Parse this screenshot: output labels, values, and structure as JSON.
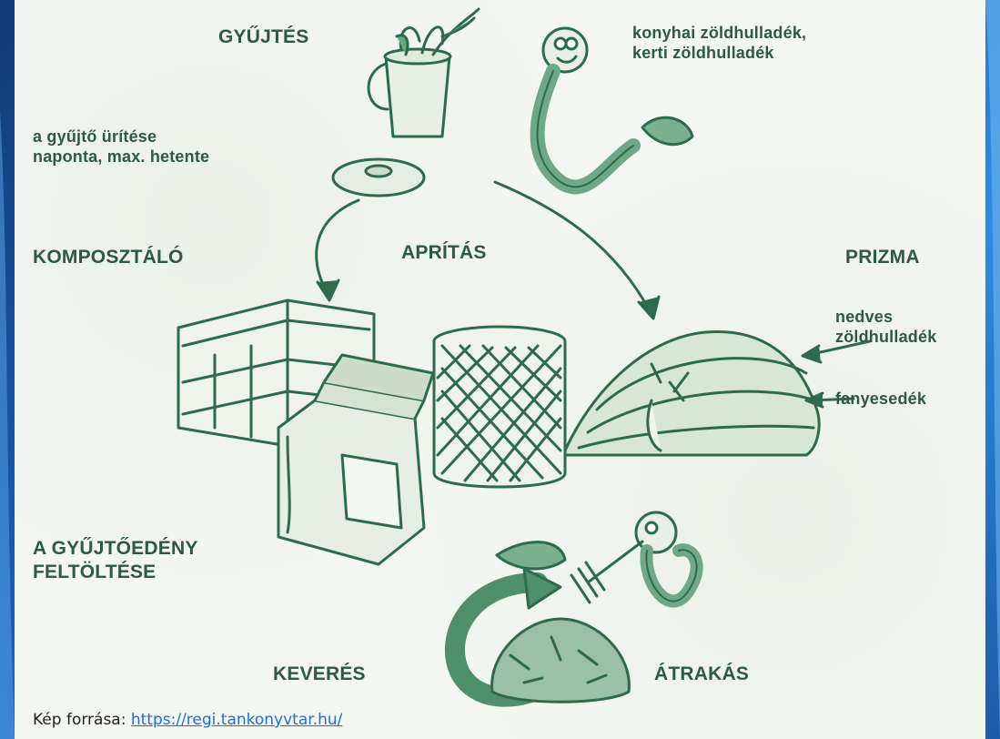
{
  "labels": {
    "gyujtes": "GYŰJTÉS",
    "konyhai": "konyhai zöldhulladék,\nkerti zöldhulladék",
    "urites": "a gyűjtő ürítése\nnaponta, max. hetente",
    "komposztalo": "KOMPOSZTÁLÓ",
    "apritas": "APRÍTÁS",
    "prizma": "PRIZMA",
    "nedves": "nedves\nzöldhulladék",
    "fanyesedek": "fanyesedék",
    "feltoltes": "A GYŰJTŐEDÉNY\nFELTÖLTÉSE",
    "keveres": "KEVERÉS",
    "atrakas": "ÁTRAKÁS"
  },
  "source": {
    "prefix": "Kép forrása:",
    "link_text": "https://regi.tankonyvtar.hu/"
  },
  "colors": {
    "ink": "#2e6b4c",
    "label": "#2e5a40",
    "link": "#1f6fd0"
  }
}
